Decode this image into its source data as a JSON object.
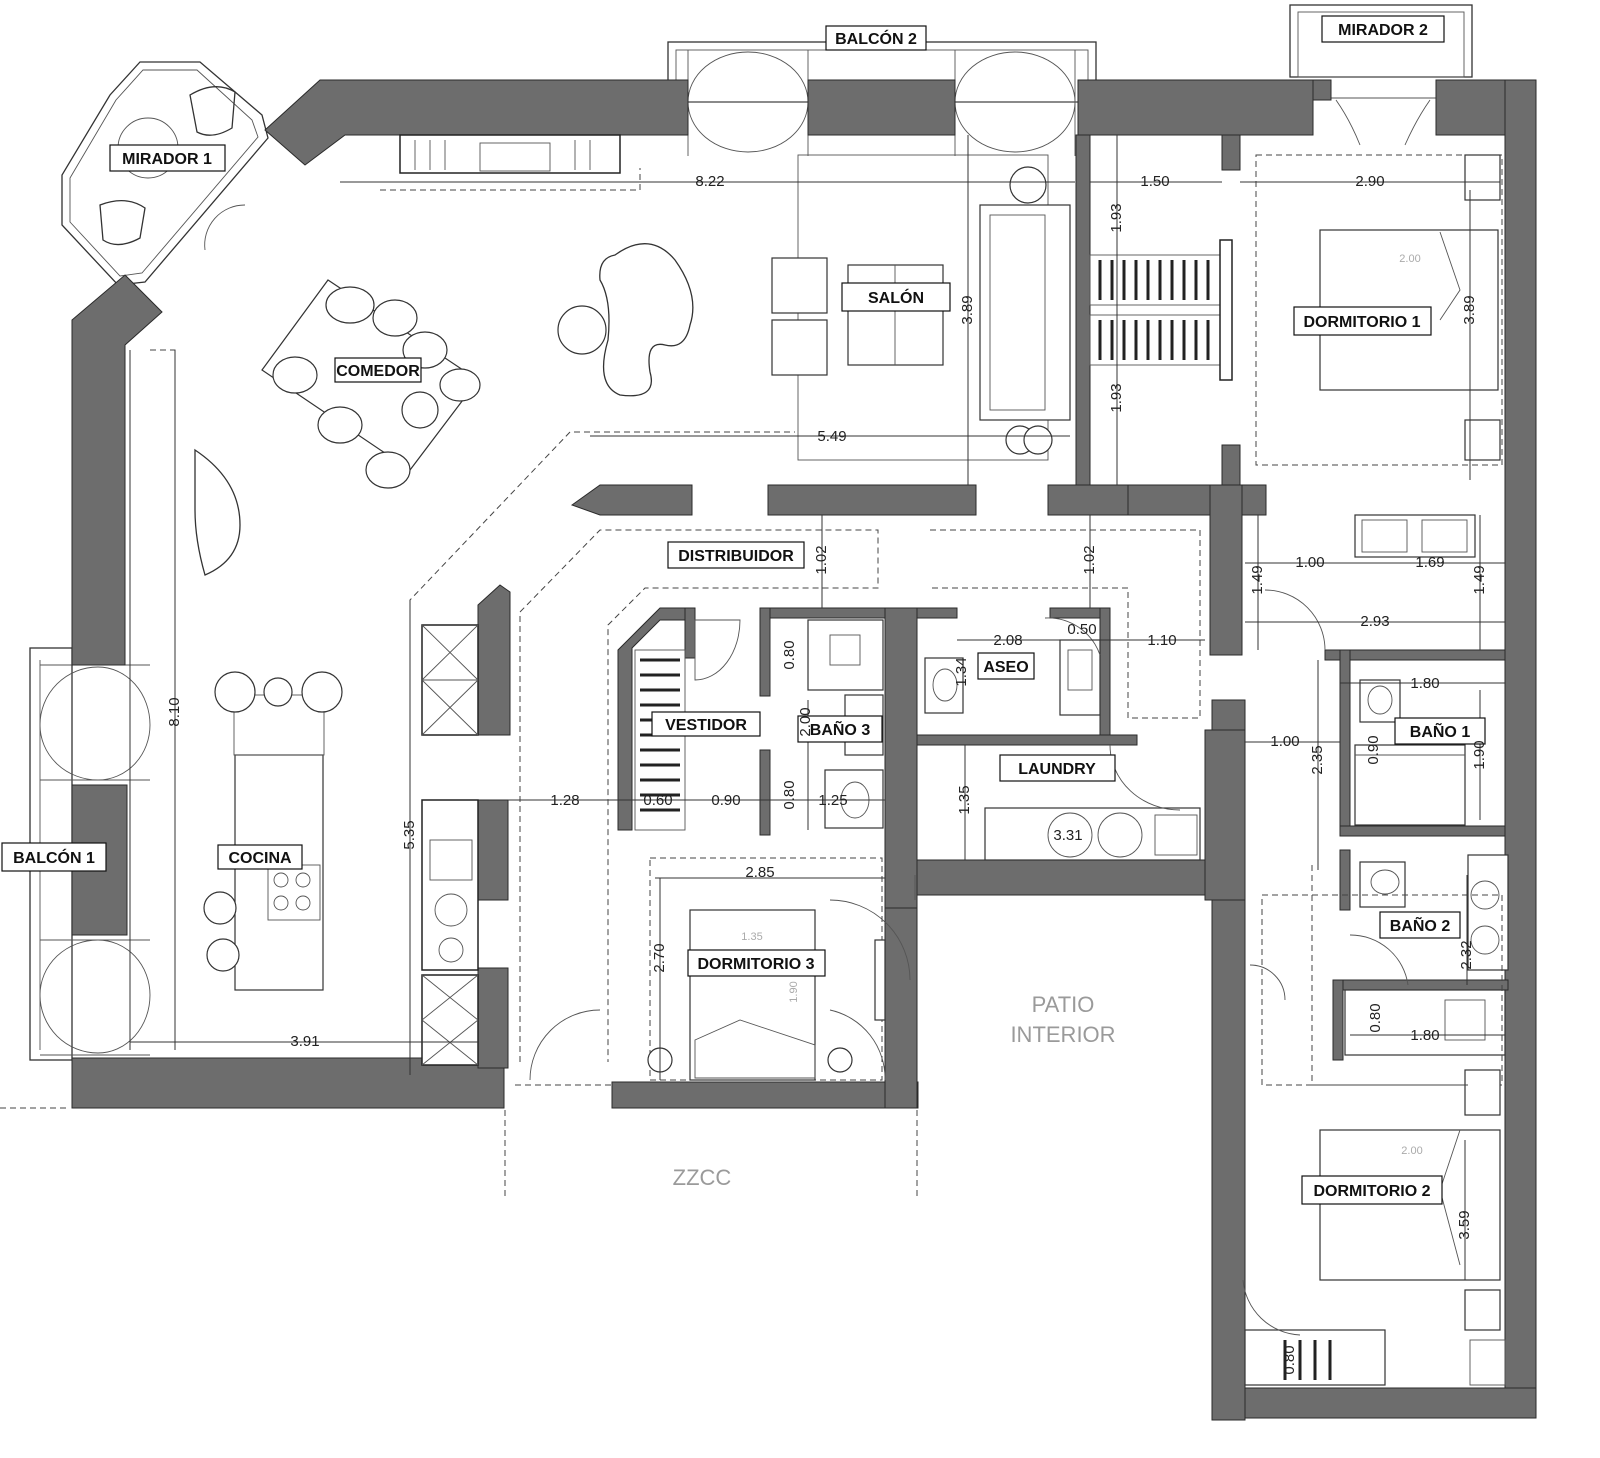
{
  "rooms": {
    "mirador1": "MIRADOR 1",
    "balcon2": "BALCÓN 2",
    "mirador2": "MIRADOR 2",
    "salon": "SALÓN",
    "comedor": "COMEDOR",
    "dormitorio1": "DORMITORIO 1",
    "distribuidor": "DISTRIBUIDOR",
    "aseo": "ASEO",
    "vestidor": "VESTIDOR",
    "bano3": "BAÑO 3",
    "laundry": "LAUNDRY",
    "balcon1": "BALCÓN 1",
    "cocina": "COCINA",
    "dormitorio3": "DORMITORIO 3",
    "bano1": "BAÑO 1",
    "bano2": "BAÑO 2",
    "dormitorio2": "DORMITORIO 2"
  },
  "areas": {
    "patio_interior_1": "PATIO",
    "patio_interior_2": "INTERIOR",
    "zzcc": "ZZCC"
  },
  "dimensions": {
    "salon_width": "8.22",
    "salon_depth": "3.89",
    "salon_lower": "5.49",
    "wardrobe_width": "1.50",
    "wardrobe_upper": "1.93",
    "wardrobe_lower": "1.93",
    "dorm1_width": "2.90",
    "dorm1_depth": "3.89",
    "dorm1_bed": "2.00",
    "dist_left": "1.02",
    "dist_right": "1.02",
    "hall_left": "1.00",
    "hall_right": "1.69",
    "hall_depth_l": "1.49",
    "hall_depth_r": "1.49",
    "hall_long": "2.93",
    "aseo_width": "2.08",
    "aseo_cab": "0.50",
    "aseo_corr": "1.10",
    "aseo_depth": "1.34",
    "bano3_top": "0.80",
    "bano3_side": "2.00",
    "bano3_bottom": "0.80",
    "bano3_width": "1.25",
    "bano1_width": "1.80",
    "bano1_depth": "1.90",
    "bano1_side": "0.90",
    "hall2_width": "1.00",
    "hall2_depth": "2.35",
    "cocina_depth": "8.10",
    "cocina_inner": "5.35",
    "cocina_width": "3.91",
    "corr_width": "1.28",
    "vest_width": "0.60",
    "door_width": "0.90",
    "laundry_depth": "1.35",
    "laundry_width": "3.31",
    "dorm3_width": "2.85",
    "dorm3_depth": "2.70",
    "dorm3_bed_w": "1.35",
    "dorm3_bed_l": "1.90",
    "bano2_depth": "2.32",
    "bano2_width": "1.80",
    "bano2_shower": "0.80",
    "dorm2_depth": "3.59",
    "dorm2_bed": "2.00",
    "dorm2_cab": "0.80"
  }
}
